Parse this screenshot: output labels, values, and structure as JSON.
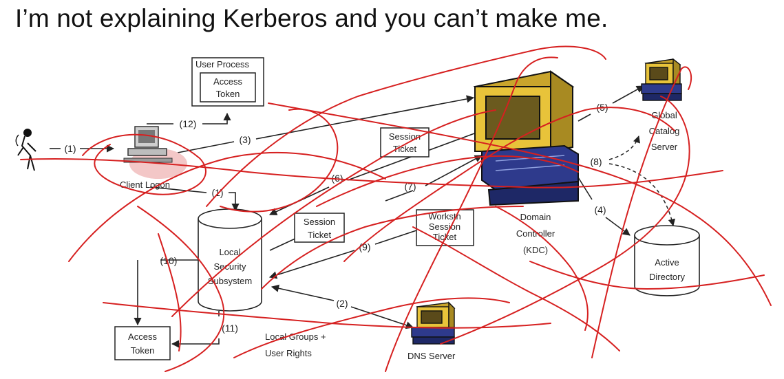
{
  "title": "I’m not explaining Kerberos and you can’t make me.",
  "diagram": {
    "user_process": {
      "title": "User Process",
      "token_line1": "Access",
      "token_line2": "Token"
    },
    "session_ticket_top": {
      "line1": "Session",
      "line2": "Ticket"
    },
    "session_ticket_mid": {
      "line1": "Session",
      "line2": "Ticket"
    },
    "workstation_ticket": {
      "line1": "Workstn",
      "line2": "Session",
      "line3": "Ticket"
    },
    "client_logon": "Client Logon",
    "lss": {
      "line1": "Local",
      "line2": "Security",
      "line3": "Subsystem"
    },
    "access_token_bottom": {
      "line1": "Access",
      "line2": "Token"
    },
    "local_groups": {
      "line1": "Local Groups +",
      "line2": "User Rights"
    },
    "dns_server": "DNS Server",
    "domain_controller": {
      "line1": "Domain",
      "line2": "Controller",
      "line3": "(KDC)"
    },
    "global_catalog": {
      "line1": "Global",
      "line2": "Catalog",
      "line3": "Server"
    },
    "active_directory": {
      "line1": "Active",
      "line2": "Directory"
    },
    "steps": {
      "s1a": "(1)",
      "s1b": "(1)",
      "s2": "(2)",
      "s3": "(3)",
      "s4": "(4)",
      "s5": "(5)",
      "s6": "(6)",
      "s7": "(7)",
      "s8": "(8)",
      "s9": "(9)",
      "s10": "(10)",
      "s11": "(11)",
      "s12": "(12)"
    }
  },
  "colors": {
    "scribble": "#d62020",
    "ink": "#222222",
    "monitor": "#e8c33a",
    "base": "#2e3a8c"
  }
}
